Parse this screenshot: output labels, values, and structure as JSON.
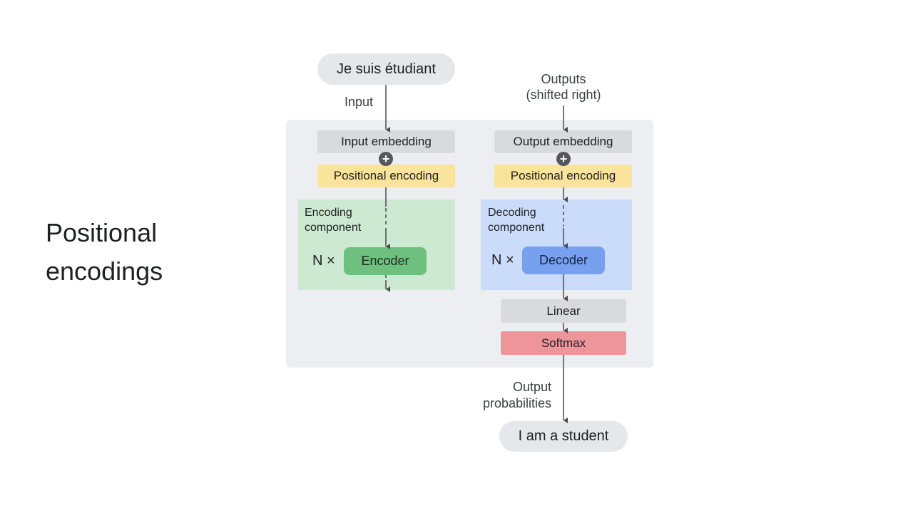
{
  "title": {
    "line1": "Positional",
    "line2": "encodings"
  },
  "input_sentence": "Je suis étudiant",
  "input_label": "Input",
  "outputs_label": {
    "line1": "Outputs",
    "line2": "(shifted right)"
  },
  "encoder_side": {
    "embedding": "Input embedding",
    "positional": "Positional encoding",
    "component_label": {
      "line1": "Encoding",
      "line2": "component"
    },
    "multiplier": "N ×",
    "block": "Encoder"
  },
  "decoder_side": {
    "embedding": "Output embedding",
    "positional": "Positional encoding",
    "component_label": {
      "line1": "Decoding",
      "line2": "component"
    },
    "multiplier": "N ×",
    "block": "Decoder",
    "linear": "Linear",
    "softmax": "Softmax"
  },
  "output_prob_label": {
    "line1": "Output",
    "line2": "probabilities"
  },
  "output_sentence": "I am a student",
  "plus_symbol": "+",
  "colors": {
    "embedding": "#d9dadd",
    "positional": "#fae39a",
    "encoder_region": "#cde9d1",
    "decoder_region": "#cadcfa",
    "encoder_block": "#6ec07f",
    "decoder_block": "#77a1ef",
    "softmax": "#ee959b",
    "panel": "#eceef1"
  }
}
